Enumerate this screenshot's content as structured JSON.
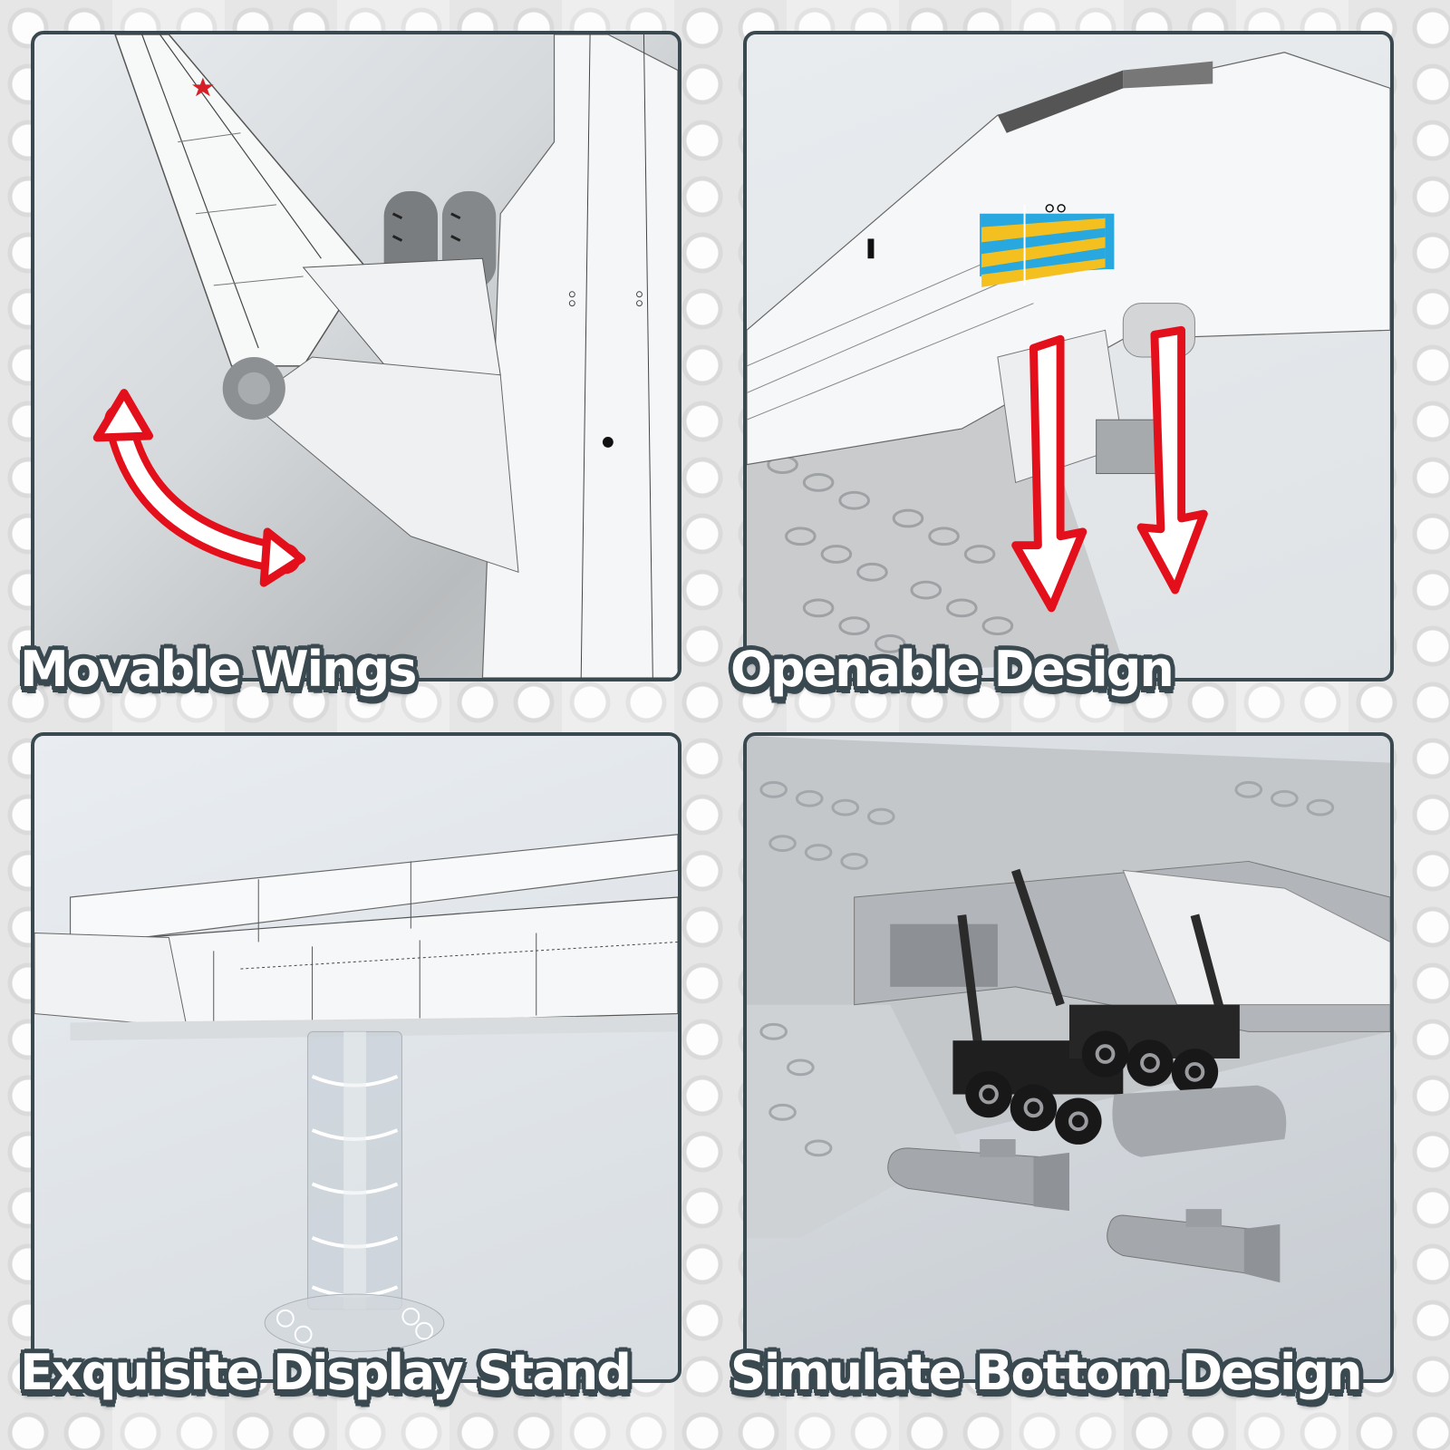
{
  "panels": [
    {
      "id": "movable-wings",
      "caption": "Movable Wings",
      "annotation": "double-headed-curved-arrow"
    },
    {
      "id": "openable-design",
      "caption": "Openable Design",
      "annotation": "two-down-arrows"
    },
    {
      "id": "display-stand",
      "caption": "Exquisite Display Stand",
      "annotation": "none"
    },
    {
      "id": "bottom-design",
      "caption": "Simulate Bottom Design",
      "annotation": "none"
    }
  ],
  "colors": {
    "caption_fill": "#ffffff",
    "caption_outline": "#3a4950",
    "panel_border": "#3a4950",
    "arrow_red": "#e3101c",
    "stripe_blue": "#29a8e0",
    "stripe_yellow": "#f4c020",
    "star_red": "#d61f26"
  }
}
